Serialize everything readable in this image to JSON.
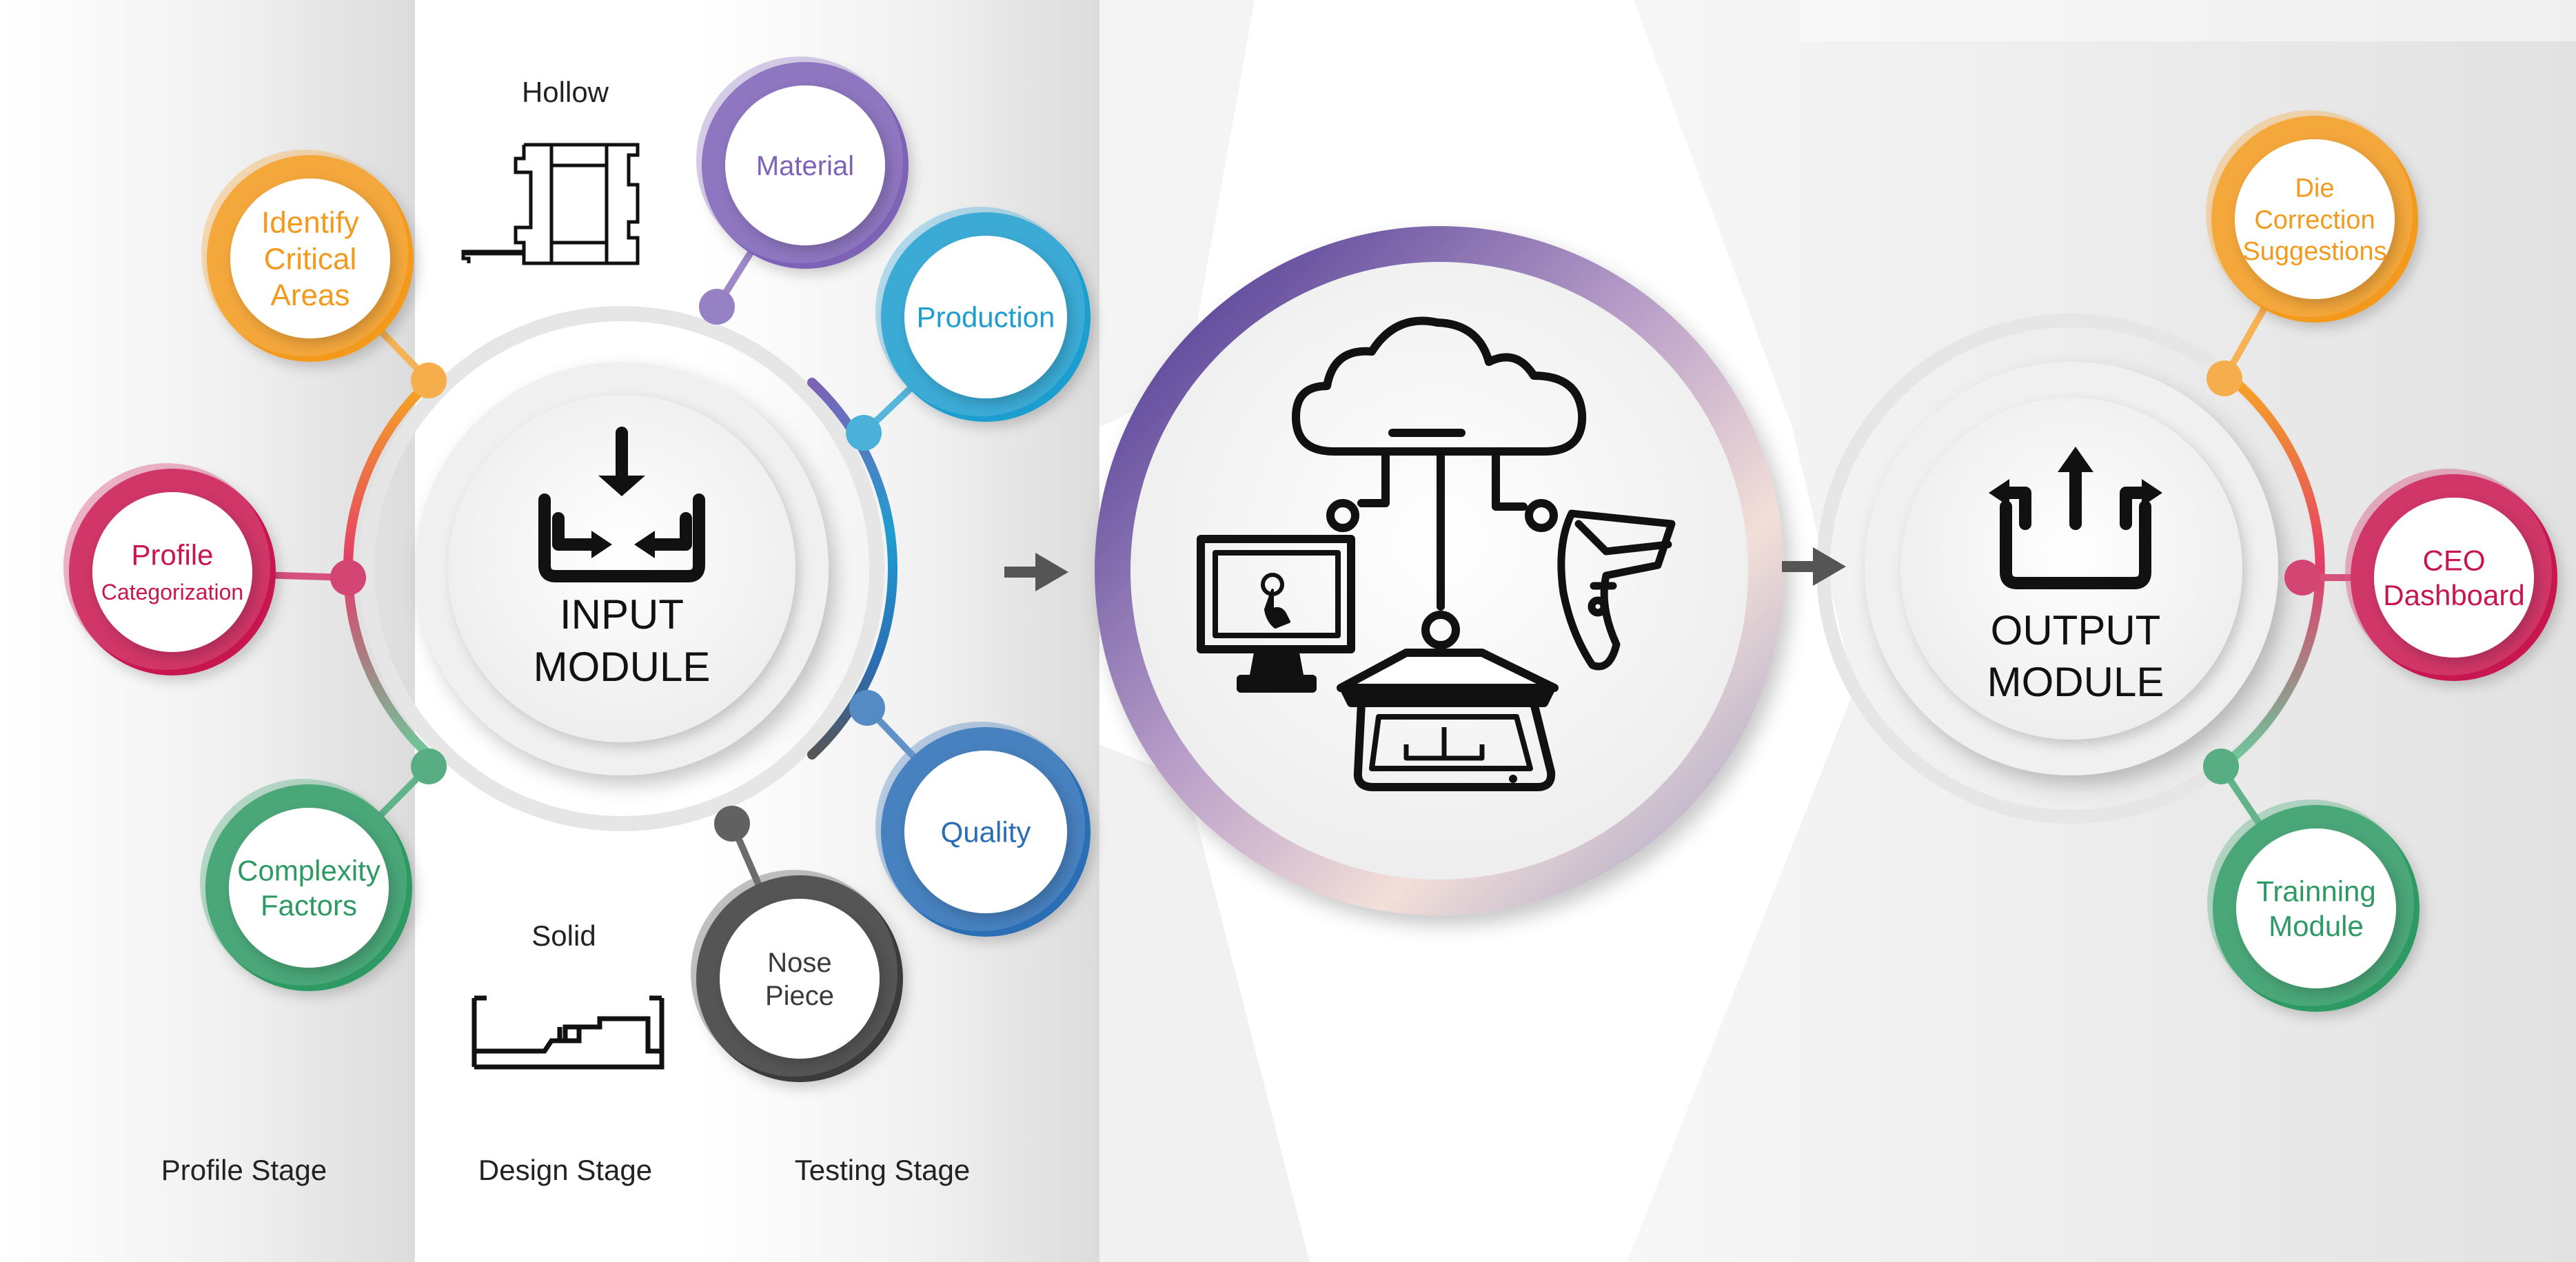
{
  "input_module": {
    "line1": "INPUT",
    "line2": "MODULE"
  },
  "output_module": {
    "line1": "OUTPUT",
    "line2": "MODULE"
  },
  "profile_nodes": [
    {
      "lines": [
        "Identify",
        "Critical",
        "Areas"
      ],
      "color": "#F39A1E"
    },
    {
      "lines": [
        "Profile",
        "Categorization"
      ],
      "color": "#C8174F"
    },
    {
      "lines": [
        "Complexity",
        "Factors"
      ],
      "color": "#2E9A63"
    }
  ],
  "testing_nodes": [
    {
      "lines": [
        "Material"
      ],
      "color": "#7D62B6"
    },
    {
      "lines": [
        "Production"
      ],
      "color": "#1E9ED0"
    },
    {
      "lines": [
        "Quality"
      ],
      "color": "#2B6EB5"
    },
    {
      "lines": [
        "Nose",
        "Piece"
      ],
      "color": "#3A3A3A"
    }
  ],
  "output_nodes": [
    {
      "lines": [
        "Die",
        "Correction",
        "Suggestions"
      ],
      "color": "#F39A1E"
    },
    {
      "lines": [
        "CEO",
        "Dashboard"
      ],
      "color": "#C8174F"
    },
    {
      "lines": [
        "Trainning",
        "Module"
      ],
      "color": "#2E9A63"
    }
  ],
  "design_labels": {
    "hollow": "Hollow",
    "solid": "Solid"
  },
  "stages": {
    "profile": "Profile Stage",
    "design": "Design Stage",
    "testing": "Testing Stage"
  },
  "icons": [
    "inbox-download-icon",
    "outbox-share-icon",
    "cloud-network-icon",
    "touch-monitor-icon",
    "barcode-scanner-icon",
    "flatbed-scanner-icon",
    "hollow-profile-icon",
    "solid-profile-icon",
    "right-arrow-icon"
  ]
}
